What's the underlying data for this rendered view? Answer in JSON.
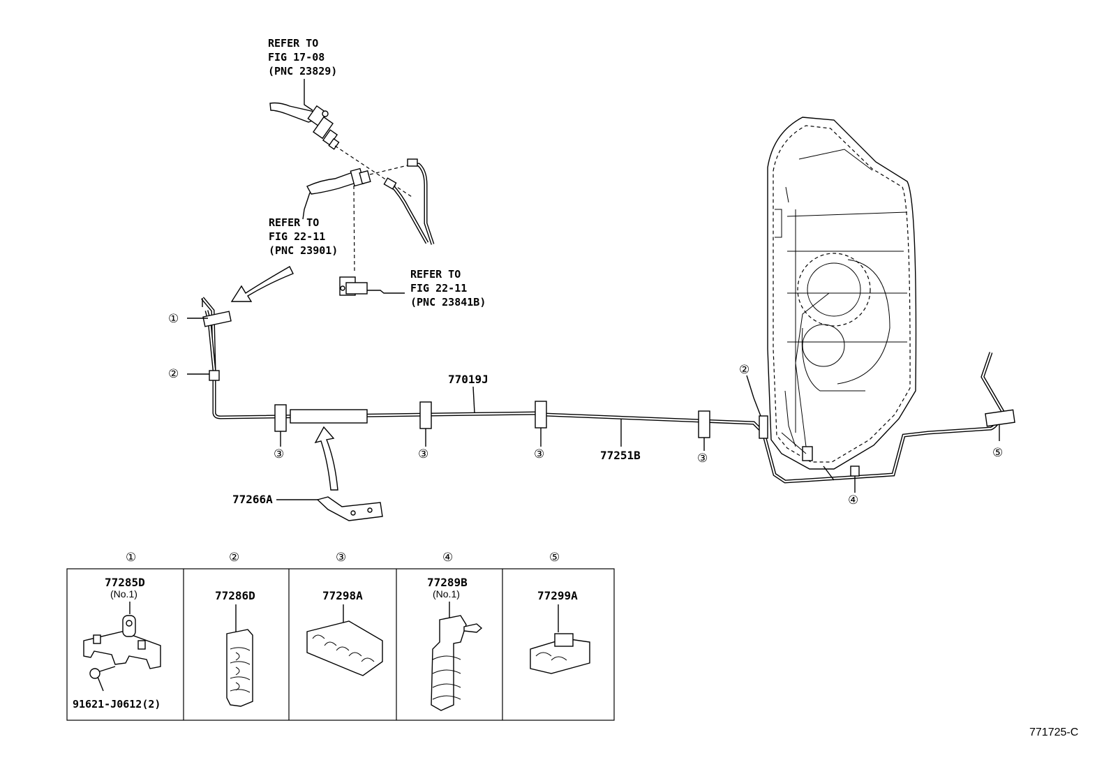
{
  "refs": {
    "r1": [
      "REFER TO",
      "FIG 17-08",
      "(PNC 23829)"
    ],
    "r2": [
      "REFER TO",
      "FIG 22-11",
      "(PNC 23901)"
    ],
    "r3": [
      "REFER TO",
      "FIG 22-11",
      "(PNC 23841B)"
    ]
  },
  "callouts": {
    "c1": "①",
    "c2": "②",
    "c3": "③",
    "c4": "④",
    "c5": "⑤"
  },
  "parts": {
    "p77019J": "77019J",
    "p77251B": "77251B",
    "p77266A": "77266A"
  },
  "table": {
    "headers": [
      "①",
      "②",
      "③",
      "④",
      "⑤"
    ],
    "cells": [
      {
        "pn": "77285D",
        "sub": "(No.1)",
        "bolt": "91621-J0612(2)"
      },
      {
        "pn": "77286D",
        "sub": "",
        "bolt": ""
      },
      {
        "pn": "77298A",
        "sub": "",
        "bolt": ""
      },
      {
        "pn": "77289B",
        "sub": "(No.1)",
        "bolt": ""
      },
      {
        "pn": "77299A",
        "sub": "",
        "bolt": ""
      }
    ]
  },
  "figure_id": "771725-C"
}
